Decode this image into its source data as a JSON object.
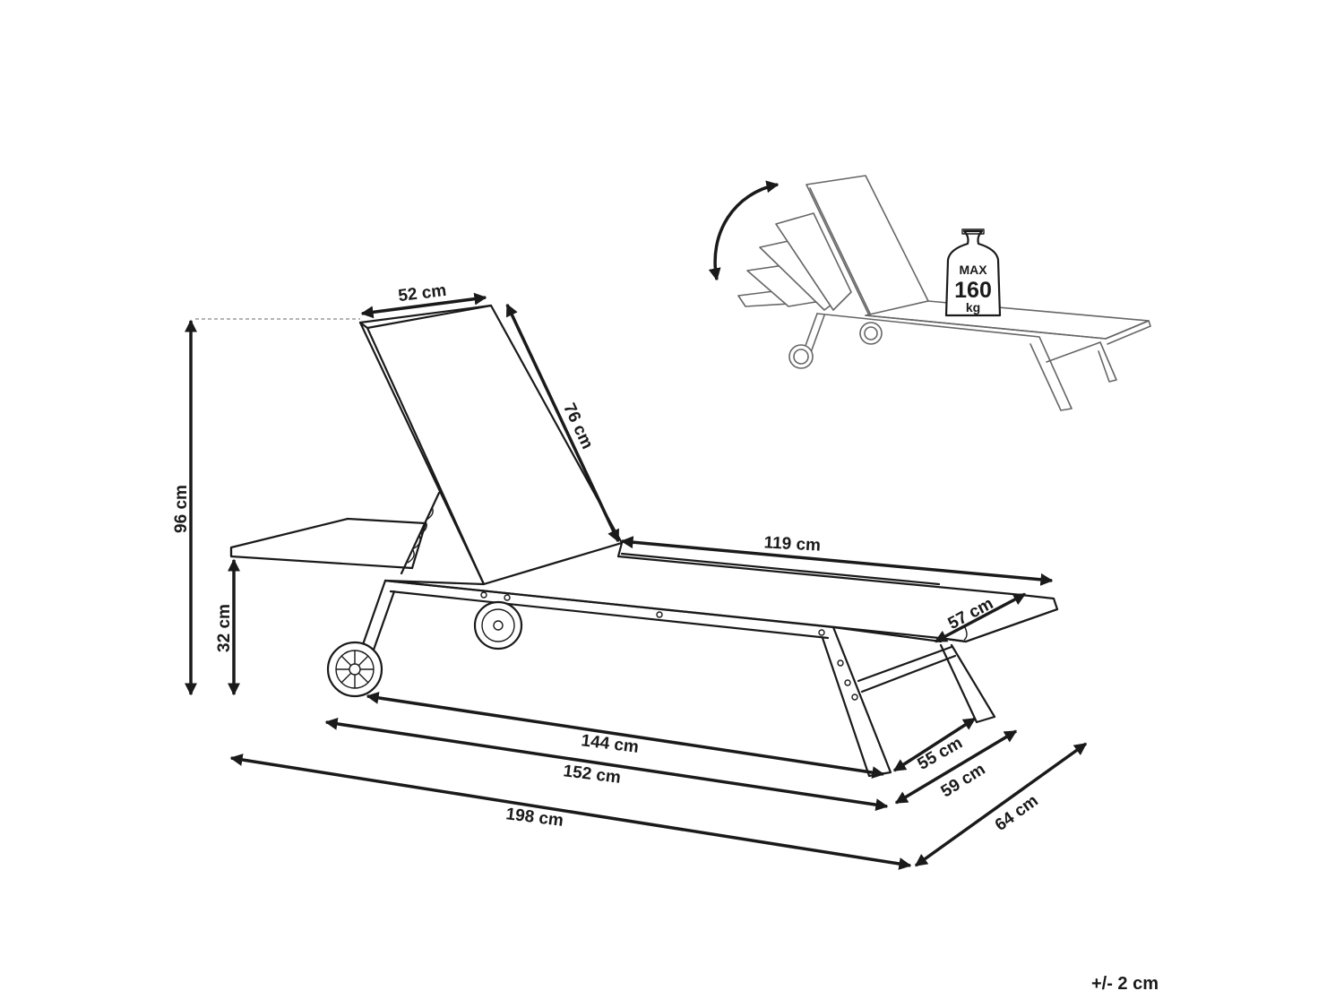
{
  "dimensions": {
    "height_total": "96 cm",
    "seat_height": "32 cm",
    "backrest_width": "52 cm",
    "backrest_length": "76 cm",
    "seat_length": "119 cm",
    "seat_width": "57 cm",
    "wheelbase_length": "144 cm",
    "frame_length": "152 cm",
    "total_length": "198 cm",
    "leg_width": "55 cm",
    "frame_width": "59 cm",
    "total_width": "64 cm"
  },
  "max_load": {
    "label": "MAX",
    "value": "160",
    "unit": "kg"
  },
  "tolerance": "+/- 2 cm"
}
